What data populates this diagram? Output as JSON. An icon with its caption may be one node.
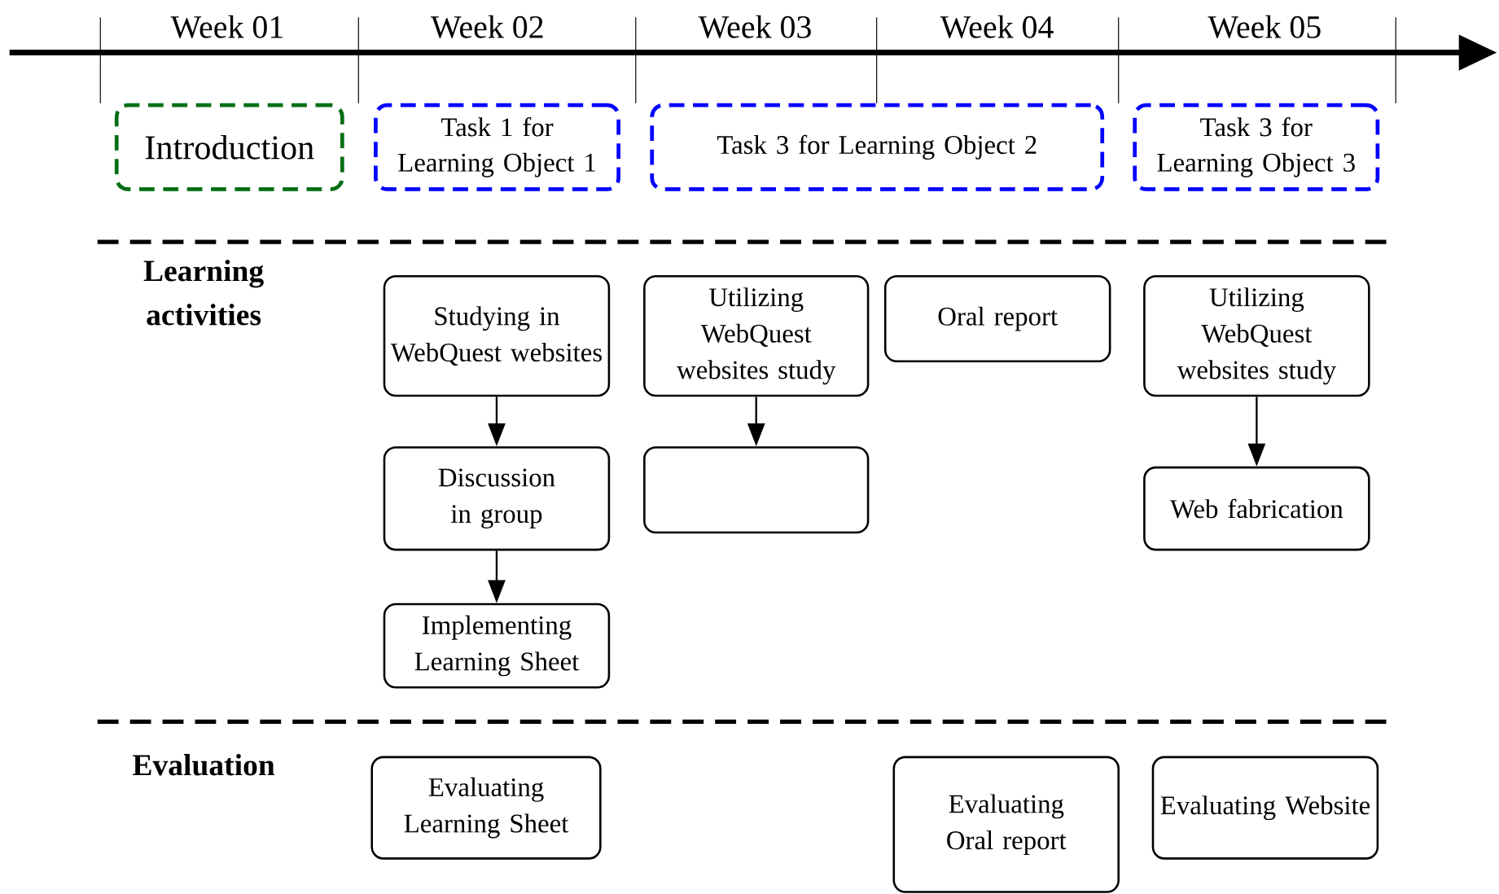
{
  "diagram": {
    "nodes": [
      {
        "text": [
          "Introduction"
        ]
      },
      {
        "text": [
          "Task 1 for Learning Object 1"
        ]
      },
      {
        "text": [
          "Task 3 for Learning Object 2"
        ]
      },
      {
        "text": [
          "Task 3 for Learning Object 3"
        ]
      },
      {
        "text": [
          "Studying in WebQuest websites"
        ]
      },
      {
        "text": [
          "Discussion in group"
        ]
      },
      {
        "text": [
          "Implementing Learning Sheet"
        ]
      },
      {
        "text": [
          "Utilizing WebQuest websites study"
        ]
      },
      {
        "text": [],
        "shape": "box"
      },
      {
        "text": [
          "Oral report"
        ]
      },
      {
        "text": [
          "Utilizing WebQuest websites study"
        ]
      },
      {
        "text": [
          "Web fabrication"
        ]
      },
      {
        "text": [
          "Evaluating Learning Sheet"
        ]
      },
      {
        "text": [
          "Evaluating Oral report"
        ]
      },
      {
        "text": [
          "Evaluating Website"
        ]
      }
    ],
    "edges": [
      {
        "from": 4,
        "to": 5,
        "arrow": "to"
      },
      {
        "from": 5,
        "to": 6,
        "arrow": "to"
      },
      {
        "from": 7,
        "to": 8,
        "arrow": "to"
      },
      {
        "from": 10,
        "to": 11,
        "arrow": "to"
      }
    ],
    "labels": [
      "Week 01",
      "Week 02",
      "Week 03",
      "Week 04",
      "Week 05",
      "Learning activities",
      "Evaluation"
    ]
  }
}
